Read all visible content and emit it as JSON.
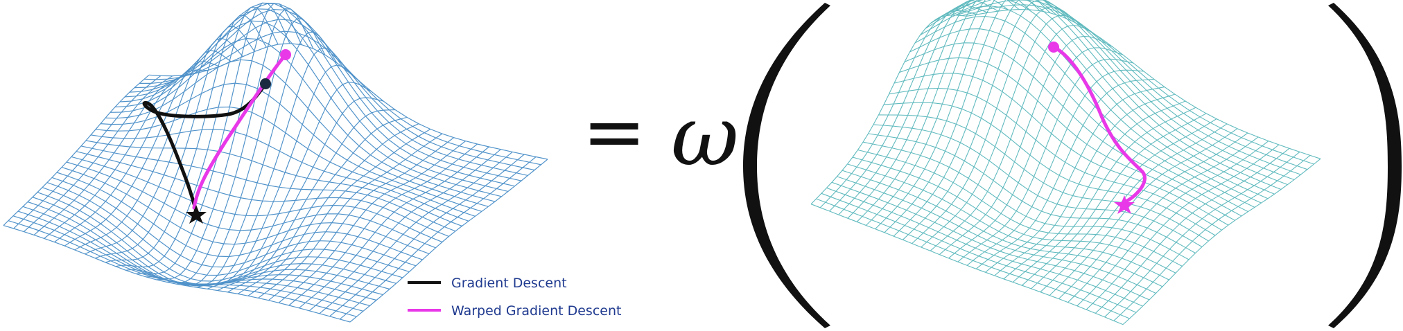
{
  "legend": {
    "items": [
      {
        "label": "Gradient Descent",
        "color": "#111111"
      },
      {
        "label": "Warped Gradient Descent",
        "color": "#e838e8"
      }
    ]
  },
  "equation": {
    "equals": "=",
    "symbol": "ω"
  },
  "colors": {
    "left_mesh": "#3f88c5",
    "right_mesh": "#4fb3b8",
    "gradient_descent_path": "#111111",
    "warped_path": "#e838e8",
    "parenthesis": "#111111"
  },
  "icons": [
    "start-point-icon",
    "star-end-icon"
  ]
}
